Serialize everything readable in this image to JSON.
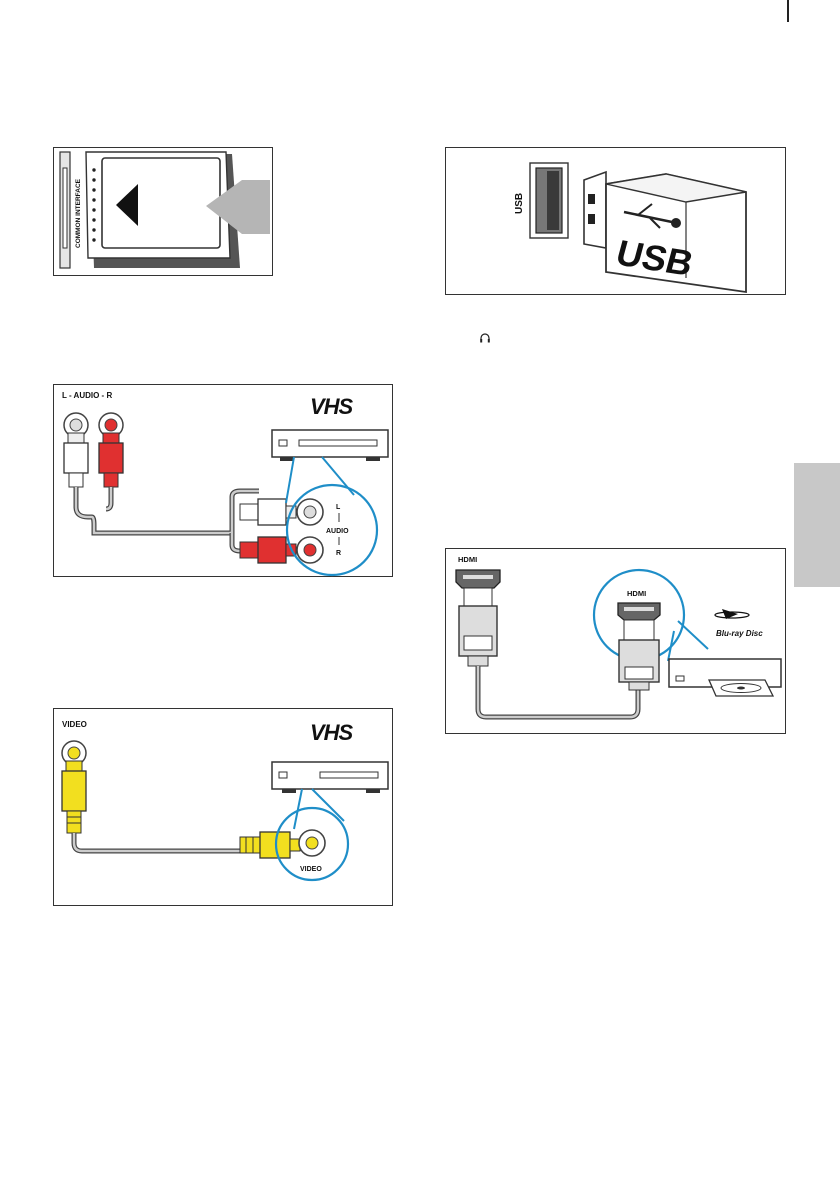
{
  "figures": {
    "common_interface": {
      "slot_label": "COMMON INTERFACE"
    },
    "usb": {
      "port_label": "USB",
      "stick_text": "USB"
    },
    "audio_rca": {
      "tv_label": "L - AUDIO - R",
      "device_logo": "VHS",
      "jack_left": "L",
      "jack_mid": "AUDIO",
      "jack_right": "R"
    },
    "hdmi": {
      "tv_label": "HDMI",
      "device_label": "HDMI",
      "logo_line1": "Blu-ray Disc"
    },
    "video": {
      "tv_label": "VIDEO",
      "device_logo": "VHS",
      "device_jack_label": "VIDEO"
    }
  },
  "icons": {
    "inline": "headphones-icon"
  }
}
